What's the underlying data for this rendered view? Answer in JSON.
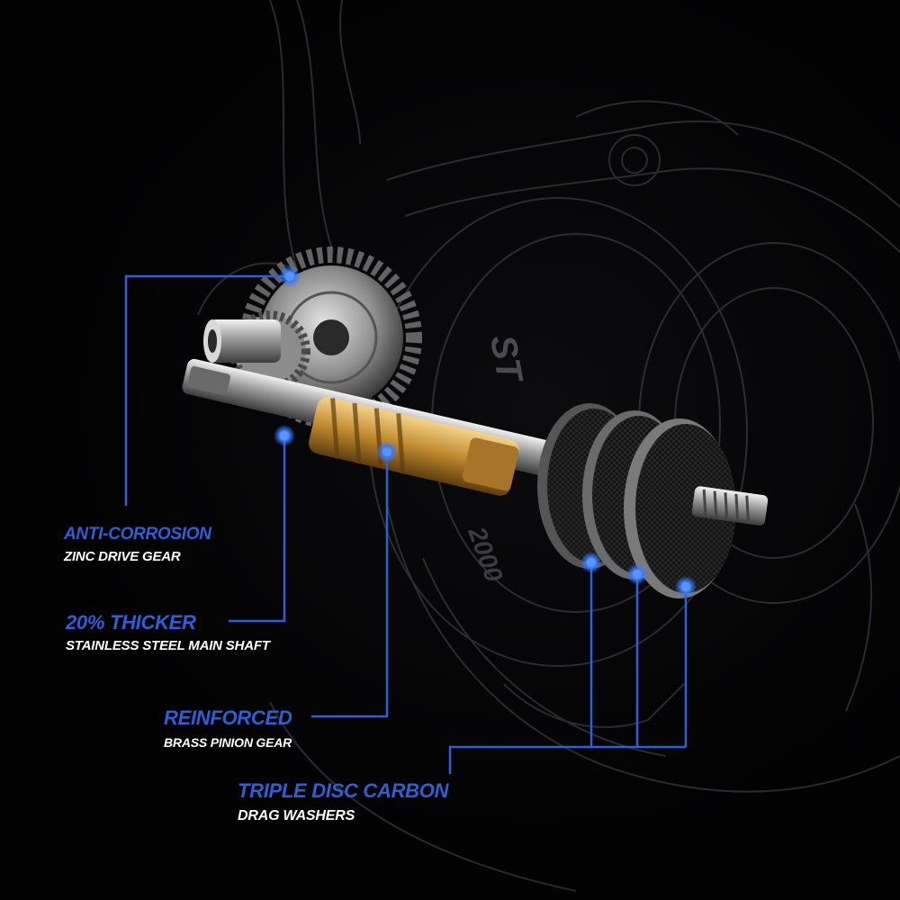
{
  "callouts": {
    "anti_corrosion": {
      "headline": "ANTI-CORROSION",
      "subline": "ZINC DRIVE GEAR"
    },
    "thicker_shaft": {
      "headline": "20% THICKER",
      "subline": "STAINLESS STEEL MAIN SHAFT"
    },
    "reinforced": {
      "headline": "REINFORCED",
      "subline": "BRASS PINION GEAR"
    },
    "drag_washers": {
      "headline": "TRIPLE DISC CARBON",
      "subline": "DRAG WASHERS"
    }
  },
  "product": {
    "model_marking": "2000",
    "brand_marking": "ST"
  },
  "colors": {
    "accent": "#2f5fd8",
    "dot": "#3a7bff",
    "background": "#000000",
    "brass": "#c08a2e"
  }
}
